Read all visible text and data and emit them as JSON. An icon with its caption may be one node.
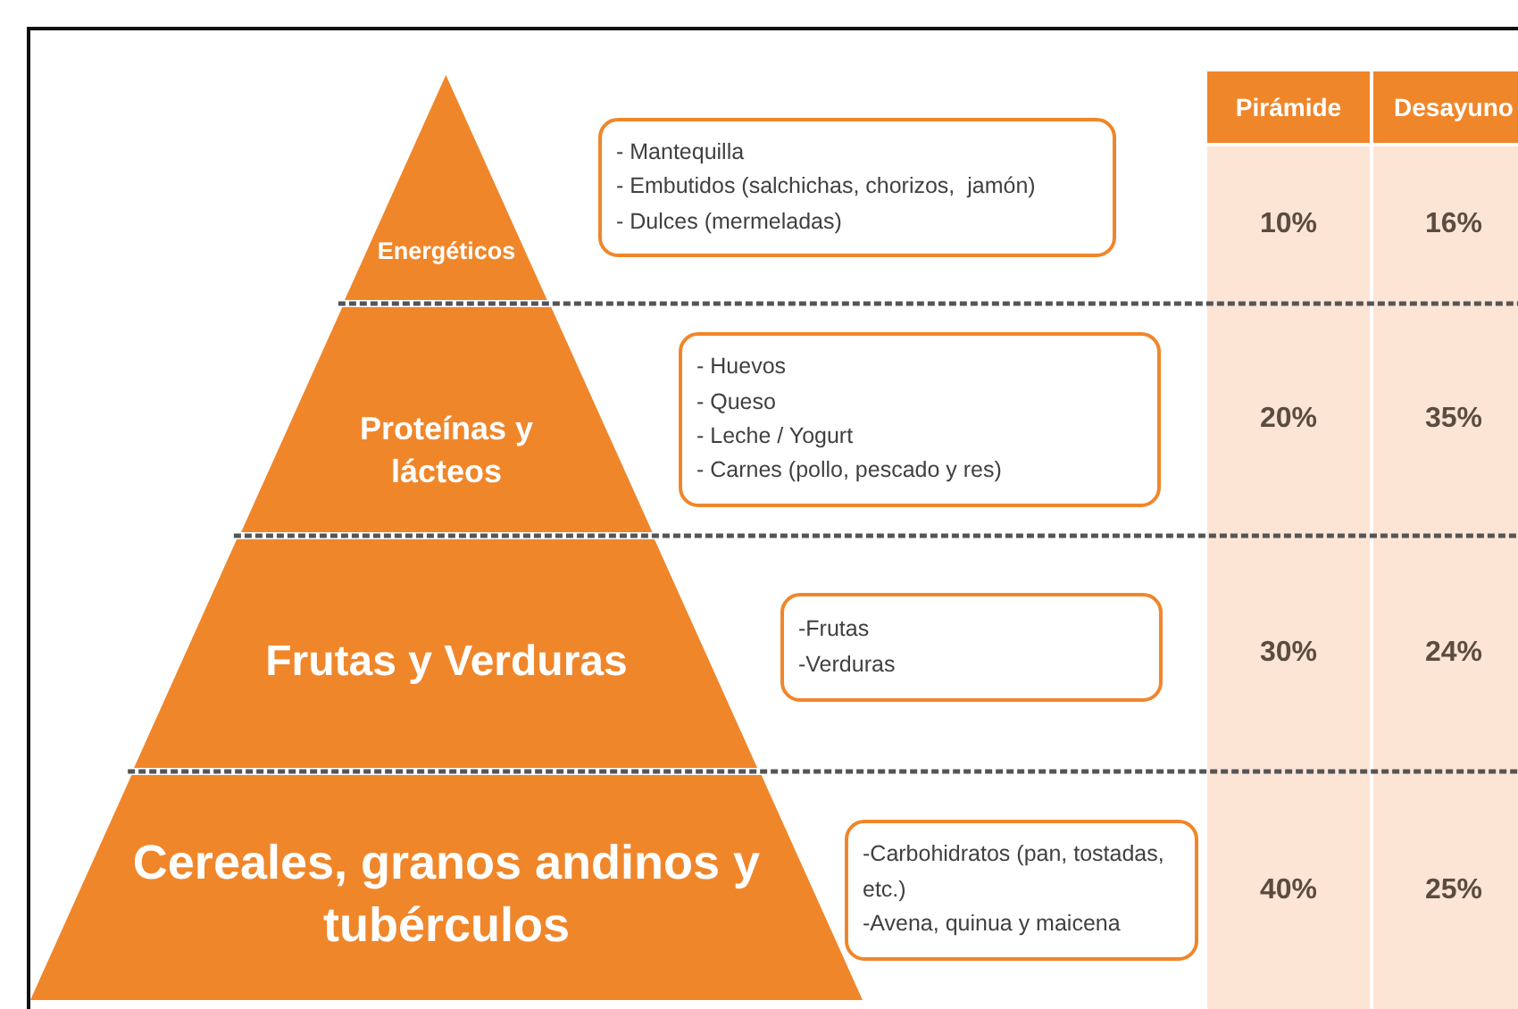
{
  "diagram": {
    "nodes": [
      {
        "text": [
          "Energéticos"
        ]
      },
      {
        "text": [
          "Proteínas y lácteos"
        ]
      },
      {
        "text": [
          "Frutas y Verduras"
        ]
      },
      {
        "text": [
          "Cereales, granos andinos y tubérculos"
        ]
      },
      {
        "text": [
          "- Mantequilla",
          "- Embutidos (salchichas, chorizos,  jamón)",
          "- Dulces (mermeladas)"
        ]
      },
      {
        "text": [
          "- Huevos",
          "- Queso",
          "- Leche / Yogurt",
          "- Carnes (pollo, pescado y res)"
        ]
      },
      {
        "text": [
          "-Frutas",
          "-Verduras"
        ]
      },
      {
        "text": [
          "-Carbohidratos (pan, tostadas, etc.)",
          "-Avena, quinua y maicena"
        ]
      }
    ],
    "edges": [],
    "labels": [
      "Pirámide",
      "Desayuno",
      "10%",
      "16%",
      "20%",
      "35%",
      "30%",
      "24%",
      "40%",
      "25%"
    ]
  }
}
